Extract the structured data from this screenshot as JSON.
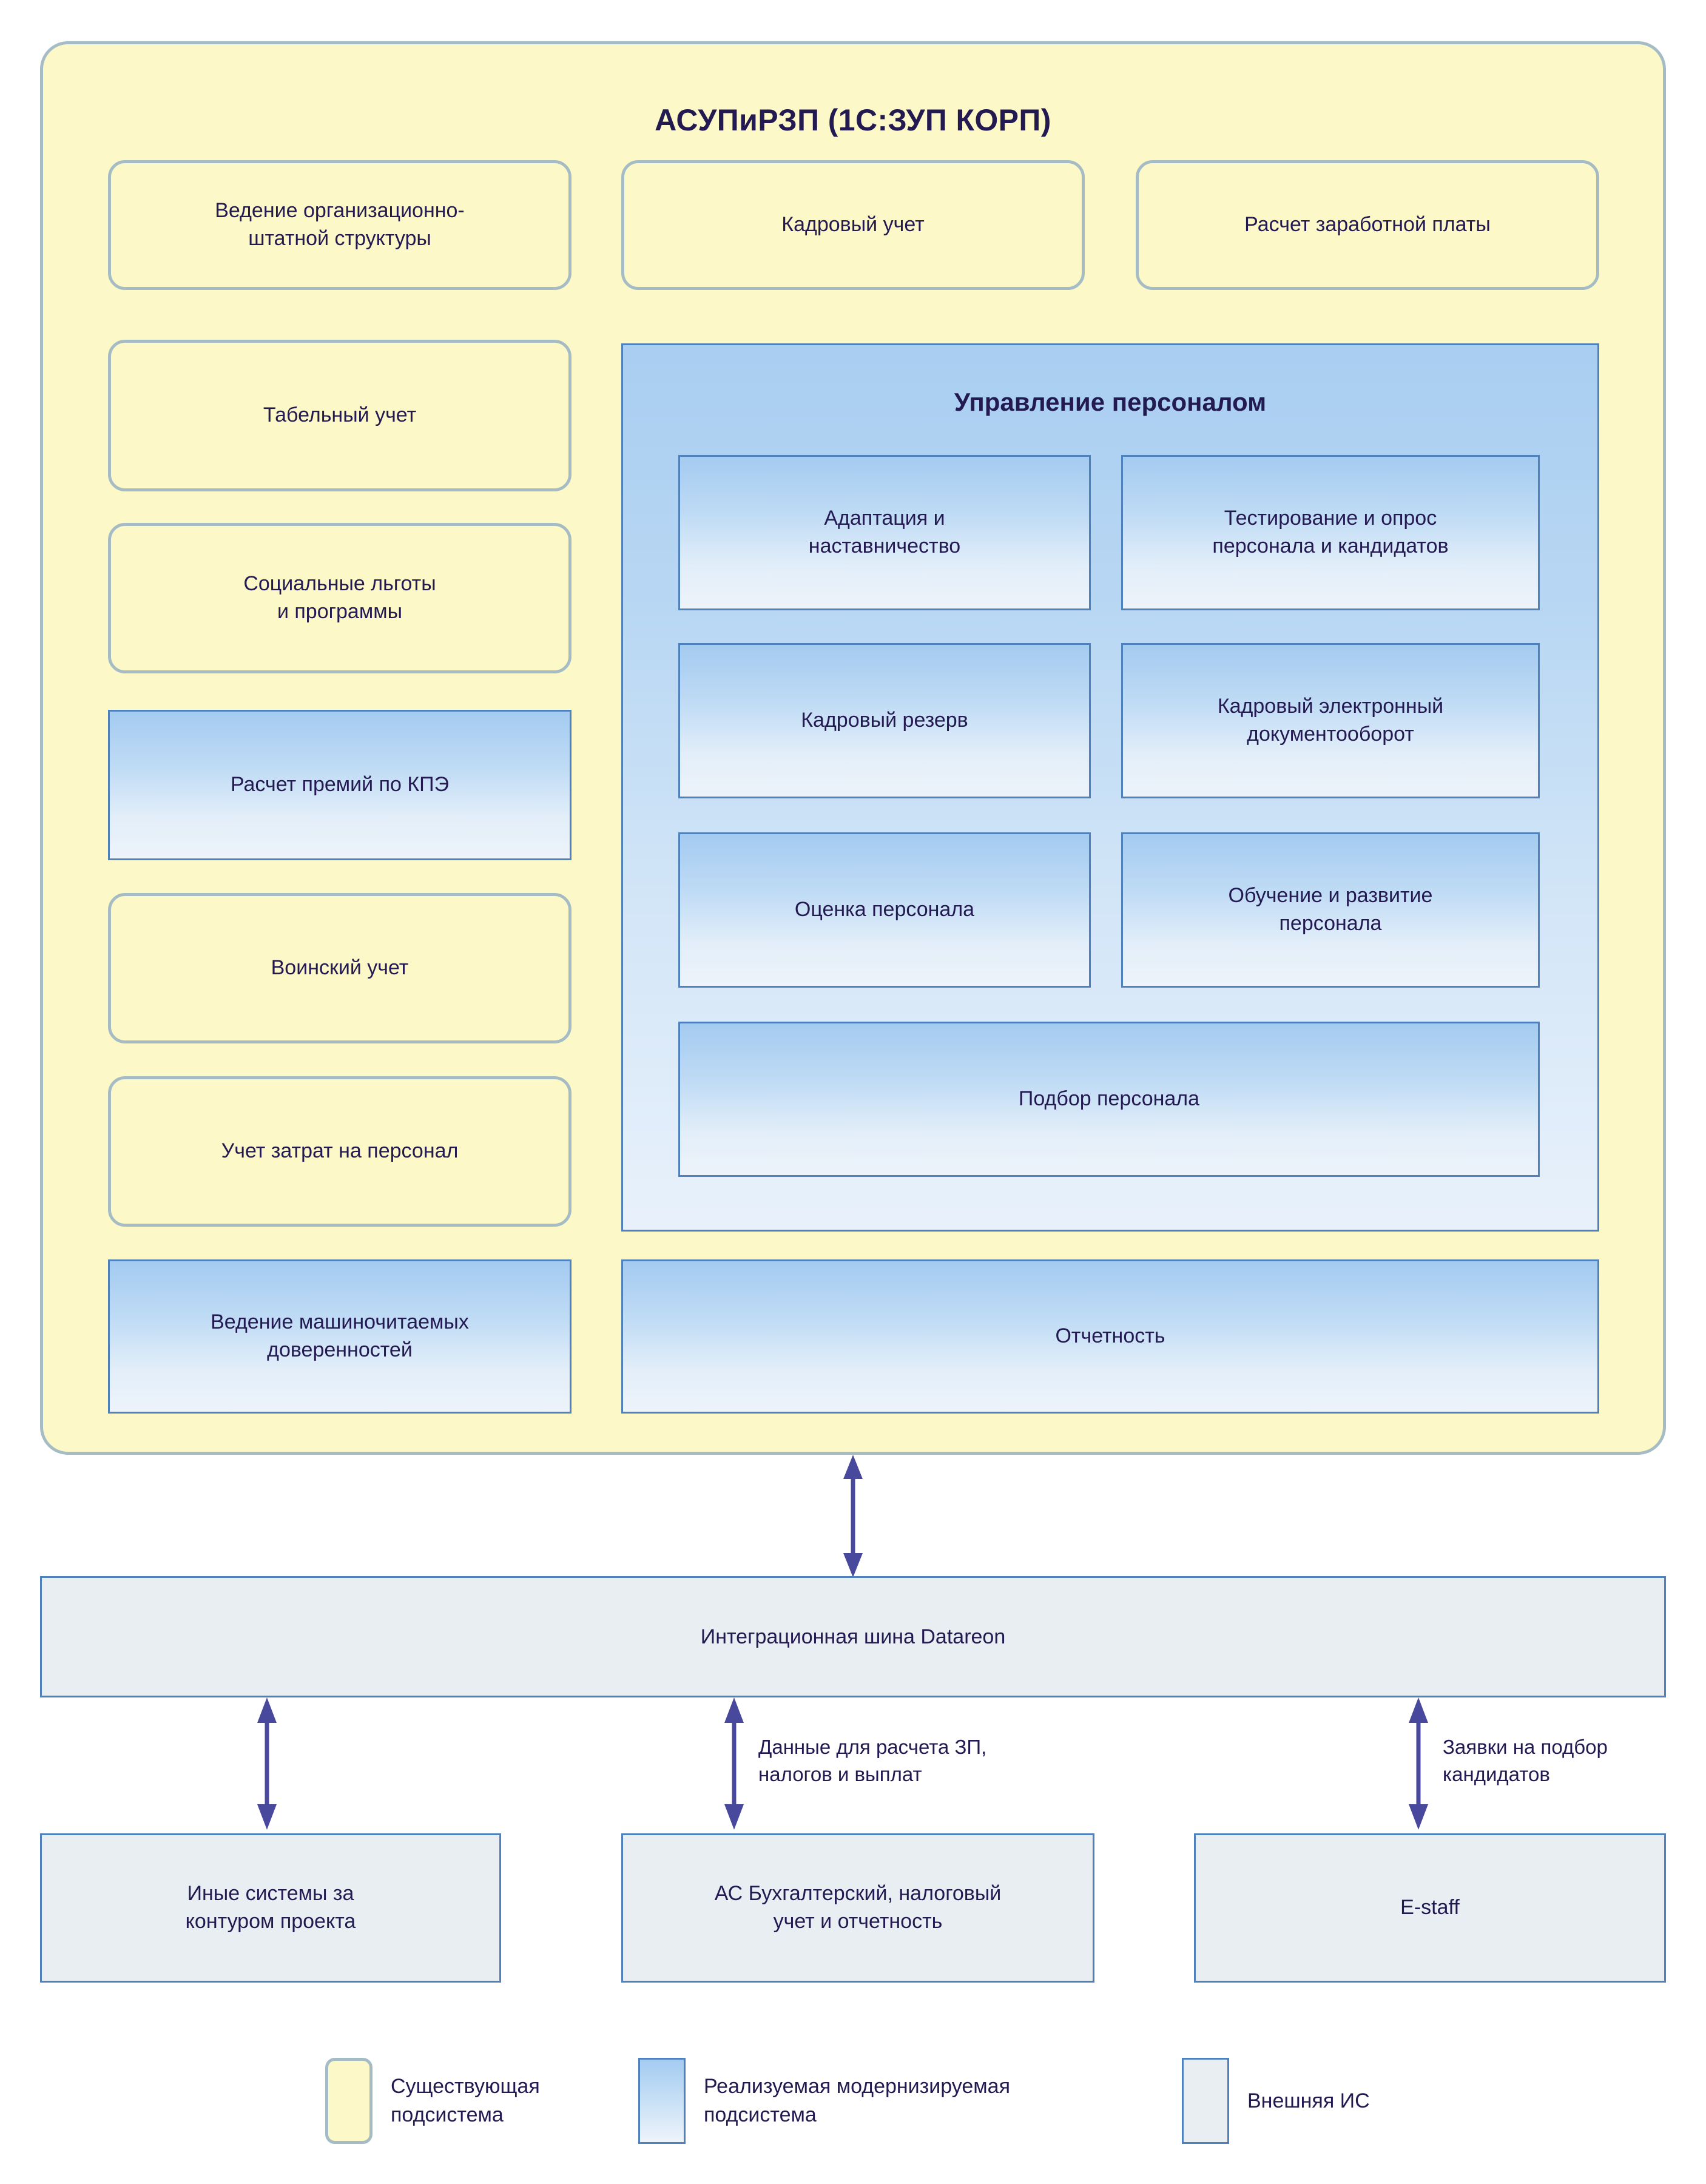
{
  "main": {
    "title": "АСУПиРЗП (1С:ЗУП КОРП)"
  },
  "left_column": [
    {
      "label": "Ведение организационно-\nштатной структуры",
      "type": "existing"
    },
    {
      "label": "Табельный учет",
      "type": "existing"
    },
    {
      "label": "Социальные льготы\nи программы",
      "type": "existing"
    },
    {
      "label": "Расчет премий по КПЭ",
      "type": "modernized"
    },
    {
      "label": "Воинский учет",
      "type": "existing"
    },
    {
      "label": "Учет затрат на персонал",
      "type": "existing"
    },
    {
      "label": "Ведение машиночитаемых\nдоверенностей",
      "type": "modernized"
    }
  ],
  "top_row": [
    {
      "label": "Кадровый учет",
      "type": "existing"
    },
    {
      "label": "Расчет заработной платы",
      "type": "existing"
    }
  ],
  "hr_panel": {
    "title": "Управление персоналом",
    "modules": [
      {
        "label": "Адаптация и\nнаставничество",
        "type": "modernized"
      },
      {
        "label": "Тестирование и опрос\nперсонала и кандидатов",
        "type": "modernized"
      },
      {
        "label": "Кадровый резерв",
        "type": "modernized"
      },
      {
        "label": "Кадровый электронный\nдокументооборот",
        "type": "modernized"
      },
      {
        "label": "Оценка персонала",
        "type": "modernized"
      },
      {
        "label": "Обучение и развитие\nперсонала",
        "type": "modernized"
      },
      {
        "label": "Подбор персонала",
        "type": "modernized"
      }
    ]
  },
  "reporting": {
    "label": "Отчетность",
    "type": "modernized"
  },
  "bus": {
    "label": "Интеграционная шина Datareon"
  },
  "external_systems": [
    {
      "label": "Иные системы за\nконтуром проекта"
    },
    {
      "label": "АС Бухгалтерский, налоговый\nучет и отчетность"
    },
    {
      "label": "E-staff"
    }
  ],
  "edge_labels": [
    {
      "text": "Данные для расчета ЗП,\nналогов и выплат"
    },
    {
      "text": "Заявки на подбор\nкандидатов"
    }
  ],
  "legend": [
    {
      "label": "Существующая\nподсистема",
      "swatch": "existing"
    },
    {
      "label": "Реализуемая модернизируемая\nподсистема",
      "swatch": "modernized"
    },
    {
      "label": "Внешняя ИС",
      "swatch": "external"
    }
  ],
  "colors": {
    "existing_fill": "#fdf8c8",
    "existing_border": "#a6bcc4",
    "modernized_border": "#4f82bd",
    "external_fill": "#e9eef2",
    "text": "#231a52",
    "arrow": "#48489c"
  }
}
